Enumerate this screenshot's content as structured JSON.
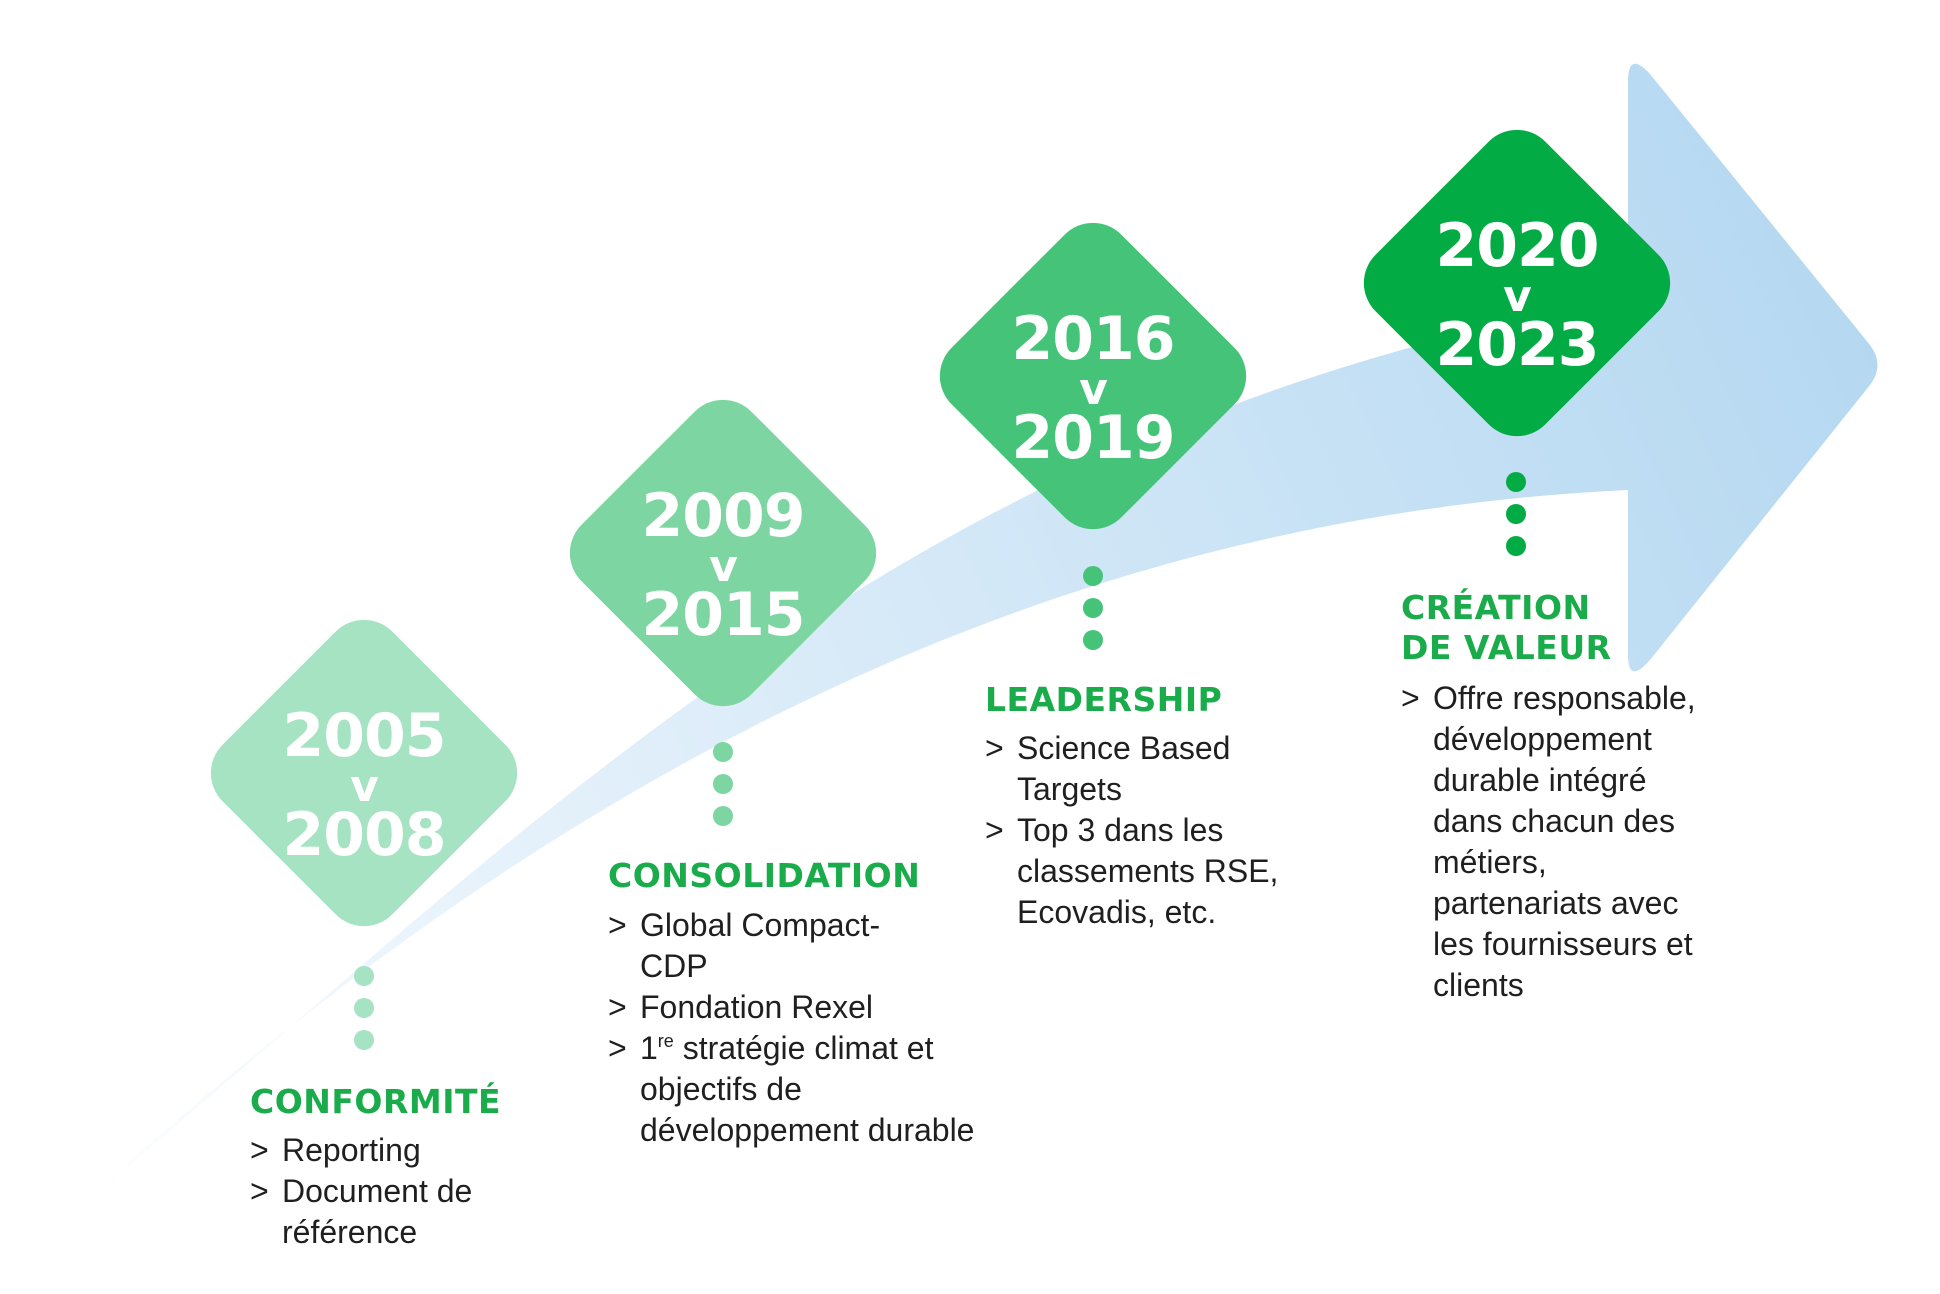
{
  "colors": {
    "arrow_light": "#e7f2fb",
    "arrow_dark": "#b5d8f1",
    "accent_title": "#1aac4b",
    "text": "#1f1f1f"
  },
  "stages": [
    {
      "year_start": "2005",
      "separator": "v",
      "year_end": "2008",
      "color": "#a6e3c2",
      "title": "CONFORMITÉ",
      "items": [
        "Reporting",
        "Document de référence"
      ]
    },
    {
      "year_start": "2009",
      "separator": "v",
      "year_end": "2015",
      "color": "#7dd6a1",
      "title": "CONSOLIDATION",
      "items": [
        "Global Compact-CDP",
        "Fondation Rexel"
      ],
      "item3": {
        "prefix": "1",
        "superscript": "re",
        "rest": " stratégie climat et objectifs de développement durable"
      }
    },
    {
      "year_start": "2016",
      "separator": "v",
      "year_end": "2019",
      "color": "#45c479",
      "title": "LEADERSHIP",
      "items": [
        "Science Based Targets",
        "Top 3 dans les classements RSE, Ecovadis, etc."
      ]
    },
    {
      "year_start": "2020",
      "separator": "v",
      "year_end": "2023",
      "color": "#03ab45",
      "title": "CRÉATION DE VALEUR",
      "items": [
        "Offre responsable, développement durable intégré dans chacun des métiers, partenariats avec les fournisseurs et clients"
      ]
    }
  ]
}
